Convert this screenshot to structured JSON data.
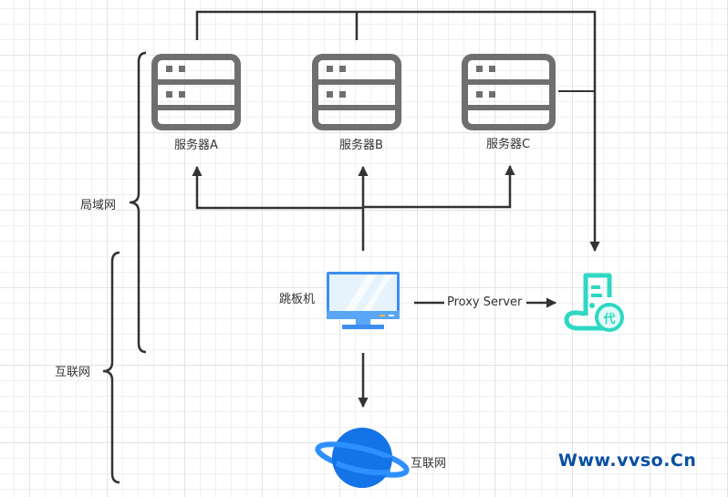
{
  "diagram": {
    "servers": [
      {
        "label": "服务器A",
        "icon": "server-icon"
      },
      {
        "label": "服务器B",
        "icon": "server-icon"
      },
      {
        "label": "服务器C",
        "icon": "server-icon"
      }
    ],
    "jump_host": {
      "label": "跳板机",
      "icon": "monitor-icon"
    },
    "proxy": {
      "label": "Proxy Server",
      "icon": "proxy-server-icon",
      "icon_char": "代"
    },
    "internet_node": {
      "label": "互联网",
      "icon": "planet-icon"
    },
    "groups": {
      "lan": "局域网",
      "internet": "互联网"
    },
    "watermark": "Www.vvso.Cn",
    "colors": {
      "line": "#333333",
      "server": "#6f6f6f",
      "monitor": "#3d8ef0",
      "proxy": "#2ed8c3",
      "planet": "#1473e6",
      "watermark": "#0a4fa3"
    }
  }
}
